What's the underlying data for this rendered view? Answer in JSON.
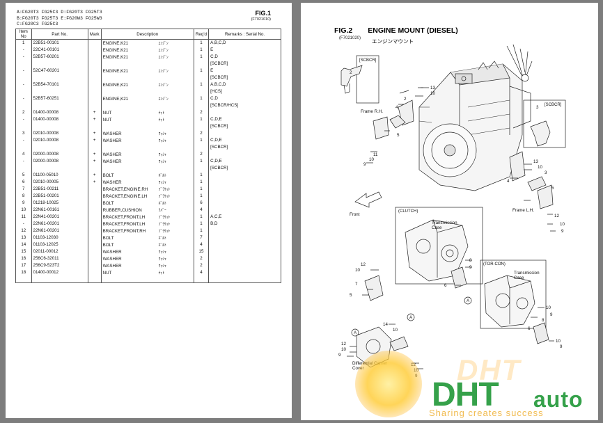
{
  "left_page": {
    "models": [
      "A:FG20T3 FG25C3 D:FG20T3 FG25T3",
      "B:FG20T3 FG25T3 E:FG20W3 FG25W3",
      "C:FG20C3 FG25C3"
    ],
    "fig_title": "FIG.1",
    "fig_code": "(F7021010)",
    "headers": {
      "item_no": "Item No",
      "part_no": "Part No.",
      "mark": "Mark",
      "description": "Description",
      "qty": "Req'd",
      "remarks": "Remarks : Serial No."
    },
    "rows": [
      {
        "item": "1",
        "part": "22B51-00101",
        "mark": "",
        "desc": "ENGINE,K21",
        "kana": "ｴﾝｼﾞﾝ",
        "qty": "1",
        "remark": "A,B,C,D"
      },
      {
        "item": "-",
        "part": "22C41-00101",
        "mark": "",
        "desc": "ENGINE,K21",
        "kana": "ｴﾝｼﾞﾝ",
        "qty": "1",
        "remark": "E"
      },
      {
        "item": "-",
        "part": "52B57-60201",
        "mark": "",
        "desc": "ENGINE,K21",
        "kana": "ｴﾝｼﾞﾝ",
        "qty": "1",
        "remark": "C,D"
      },
      {
        "item": "",
        "part": "",
        "mark": "",
        "desc": "",
        "kana": "",
        "qty": "",
        "remark": "[SCBCR]"
      },
      {
        "item": "-",
        "part": "52C47-60201",
        "mark": "",
        "desc": "ENGINE,K21",
        "kana": "ｴﾝｼﾞﾝ",
        "qty": "1",
        "remark": "E"
      },
      {
        "item": "",
        "part": "",
        "mark": "",
        "desc": "",
        "kana": "",
        "qty": "",
        "remark": "[SCBCR]"
      },
      {
        "item": "-",
        "part": "52B54-70101",
        "mark": "",
        "desc": "ENGINE,K21",
        "kana": "ｴﾝｼﾞﾝ",
        "qty": "1",
        "remark": "A,B,C,D"
      },
      {
        "item": "",
        "part": "",
        "mark": "",
        "desc": "",
        "kana": "",
        "qty": "",
        "remark": "[HCS]"
      },
      {
        "item": "-",
        "part": "52B57-60251",
        "mark": "",
        "desc": "ENGINE,K21",
        "kana": "ｴﾝｼﾞﾝ",
        "qty": "1",
        "remark": "C,D"
      },
      {
        "item": "",
        "part": "",
        "mark": "",
        "desc": "",
        "kana": "",
        "qty": "",
        "remark": "[SCBCR/HCS]"
      },
      {
        "item": "2",
        "part": "01400-00008",
        "mark": "+",
        "desc": "NUT",
        "kana": "ﾅｯﾄ",
        "qty": "2",
        "remark": ""
      },
      {
        "item": "-",
        "part": "01400-00008",
        "mark": "+",
        "desc": "NUT",
        "kana": "ﾅｯﾄ",
        "qty": "1",
        "remark": "C,D,E"
      },
      {
        "item": "",
        "part": "",
        "mark": "",
        "desc": "",
        "kana": "",
        "qty": "",
        "remark": "[SCBCR]"
      },
      {
        "item": "3",
        "part": "02010-00008",
        "mark": "+",
        "desc": "WASHER",
        "kana": "ﾜｯｼｬ",
        "qty": "2",
        "remark": ""
      },
      {
        "item": "-",
        "part": "02010-00008",
        "mark": "+",
        "desc": "WASHER",
        "kana": "ﾜｯｼｬ",
        "qty": "1",
        "remark": "C,D,E"
      },
      {
        "item": "",
        "part": "",
        "mark": "",
        "desc": "",
        "kana": "",
        "qty": "",
        "remark": "[SCBCR]"
      },
      {
        "item": "4",
        "part": "02000-00008",
        "mark": "+",
        "desc": "WASHER",
        "kana": "ﾜｯｼｬ",
        "qty": "2",
        "remark": ""
      },
      {
        "item": "-",
        "part": "02000-00008",
        "mark": "+",
        "desc": "WASHER",
        "kana": "ﾜｯｼｬ",
        "qty": "1",
        "remark": "C,D,E"
      },
      {
        "item": "",
        "part": "",
        "mark": "",
        "desc": "",
        "kana": "",
        "qty": "",
        "remark": "[SCBCR]"
      },
      {
        "item": "5",
        "part": "01100-05010",
        "mark": "+",
        "desc": "BOLT",
        "kana": "ﾎﾞﾙﾄ",
        "qty": "1",
        "remark": ""
      },
      {
        "item": "6",
        "part": "02010-00005",
        "mark": "+",
        "desc": "WASHER",
        "kana": "ﾜｯｼｬ",
        "qty": "1",
        "remark": ""
      },
      {
        "item": "7",
        "part": "22B51-00211",
        "mark": "",
        "desc": "BRACKET,ENGINE,RH",
        "kana": "ﾌﾞﾗｹｯﾄ",
        "qty": "1",
        "remark": ""
      },
      {
        "item": "8",
        "part": "22B51-00201",
        "mark": "",
        "desc": "BRACKET,ENGINE,LH",
        "kana": "ﾌﾞﾗｹｯﾄ",
        "qty": "1",
        "remark": ""
      },
      {
        "item": "9",
        "part": "01218-10025",
        "mark": "",
        "desc": "BOLT",
        "kana": "ﾎﾞﾙﾄ",
        "qty": "6",
        "remark": ""
      },
      {
        "item": "10",
        "part": "22N61-00161",
        "mark": "",
        "desc": "RUBBER,CUSHION",
        "kana": "ﾗﾊﾞｰ",
        "qty": "4",
        "remark": ""
      },
      {
        "item": "11",
        "part": "22N41-00201",
        "mark": "",
        "desc": "BRACKET,FRONT,LH",
        "kana": "ﾌﾞﾗｹｯﾄ",
        "qty": "1",
        "remark": "A,C,E"
      },
      {
        "item": "-",
        "part": "22N61-00201",
        "mark": "",
        "desc": "BRACKET,FRONT,LH",
        "kana": "ﾌﾞﾗｹｯﾄ",
        "qty": "1",
        "remark": "B,D"
      },
      {
        "item": "12",
        "part": "22N61-00201",
        "mark": "",
        "desc": "BRACKET,FRONT,RH",
        "kana": "ﾌﾞﾗｹｯﾄ",
        "qty": "1",
        "remark": ""
      },
      {
        "item": "13",
        "part": "01103-12030",
        "mark": "",
        "desc": "BOLT",
        "kana": "ﾎﾞﾙﾄ",
        "qty": "7",
        "remark": ""
      },
      {
        "item": "14",
        "part": "01103-12025",
        "mark": "",
        "desc": "BOLT",
        "kana": "ﾎﾞﾙﾄ",
        "qty": "4",
        "remark": ""
      },
      {
        "item": "15",
        "part": "02011-00012",
        "mark": "",
        "desc": "WASHER",
        "kana": "ﾜｯｼｬ",
        "qty": "15",
        "remark": ""
      },
      {
        "item": "16",
        "part": "256C6-32011",
        "mark": "",
        "desc": "WASHER",
        "kana": "ﾜｯｼｬ",
        "qty": "2",
        "remark": ""
      },
      {
        "item": "17",
        "part": "256C9-523T2",
        "mark": "",
        "desc": "WASHER",
        "kana": "ﾜｯｼｬ",
        "qty": "2",
        "remark": ""
      },
      {
        "item": "18",
        "part": "01400-00012",
        "mark": "",
        "desc": "NUT",
        "kana": "ﾅｯﾄ",
        "qty": "4",
        "remark": ""
      }
    ]
  },
  "right_page": {
    "fig_title": "FIG.2",
    "fig_name": "ENGINE MOUNT (DIESEL)",
    "fig_code": "(F7021020)",
    "fig_subtitle": "エンジンマウント",
    "box_labels": {
      "scbcr_left": "[SCBCR]",
      "scbcr_right": "[SCBCR]",
      "clutch": "(CLUTCH)",
      "torcon": "(TOR-CON)"
    },
    "labels": {
      "frame_rh": "Frame R.H.",
      "frame_lh": "Frame L.H.",
      "front": "Front",
      "transmission_case_1_a": "Transmission",
      "transmission_case_1_b": "Case",
      "transmission_case_2_a": "Transmission",
      "transmission_case_2_b": "Case",
      "diff_cover_a": "Differential Carrier",
      "diff_cover_b": "Cover"
    },
    "callouts": {
      "c13a": "13",
      "c10a": "10",
      "c2a": "2",
      "c4a": "4",
      "c5a": "5",
      "c11a": "11",
      "c10b": "10",
      "c9a": "9",
      "c13b": "13",
      "c10c": "10",
      "c3a": "3",
      "c4b": "4",
      "c5b": "5",
      "c12a": "12",
      "c10d": "10",
      "c9b": "9",
      "c3box": "3",
      "c2box": "2",
      "c8a": "8",
      "c10e": "10",
      "c7a": "7",
      "c6a": "6",
      "c9c": "9",
      "c5c": "5",
      "c14a": "14",
      "c10f": "10",
      "c12b": "12",
      "c10g": "10",
      "c9d": "9",
      "c8b": "8",
      "c6b": "6",
      "c10h": "10",
      "c9e": "9",
      "c12c": "12",
      "c10i": "10",
      "c9f": "9",
      "circle_a1": "A",
      "circle_a2": "A",
      "circle_a3": "A"
    }
  },
  "watermark": {
    "ghost": "DHT",
    "brand": "DHT",
    "auto": "auto",
    "slogan": "Sharing creates success"
  }
}
